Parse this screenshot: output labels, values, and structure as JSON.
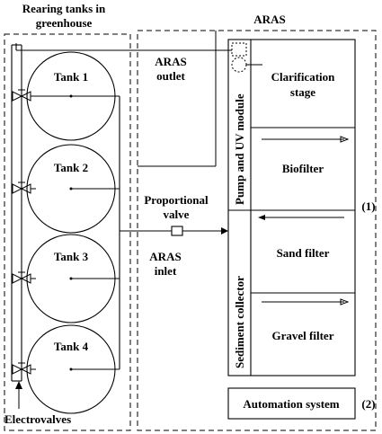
{
  "greenhouse": {
    "title_line1": "Rearing tanks in",
    "title_line2": "greenhouse",
    "tanks": [
      "Tank 1",
      "Tank 2",
      "Tank 3",
      "Tank 4"
    ],
    "electrovalves_label": "Electrovalves"
  },
  "aras": {
    "title": "ARAS",
    "outlet_line1": "ARAS",
    "outlet_line2": "outlet",
    "inlet_line1": "ARAS",
    "inlet_line2": "inlet",
    "valve_line1": "Proportional",
    "valve_line2": "valve",
    "pump_module": "Pump and UV module",
    "sediment_collector": "Sediment collector",
    "stages": [
      "Clarification stage",
      "Biofilter",
      "Sand filter",
      "Gravel filter"
    ],
    "clarification_line1": "Clarification",
    "clarification_line2": "stage",
    "marker_1": "(1)",
    "automation": "Automation system",
    "marker_2": "(2)"
  }
}
